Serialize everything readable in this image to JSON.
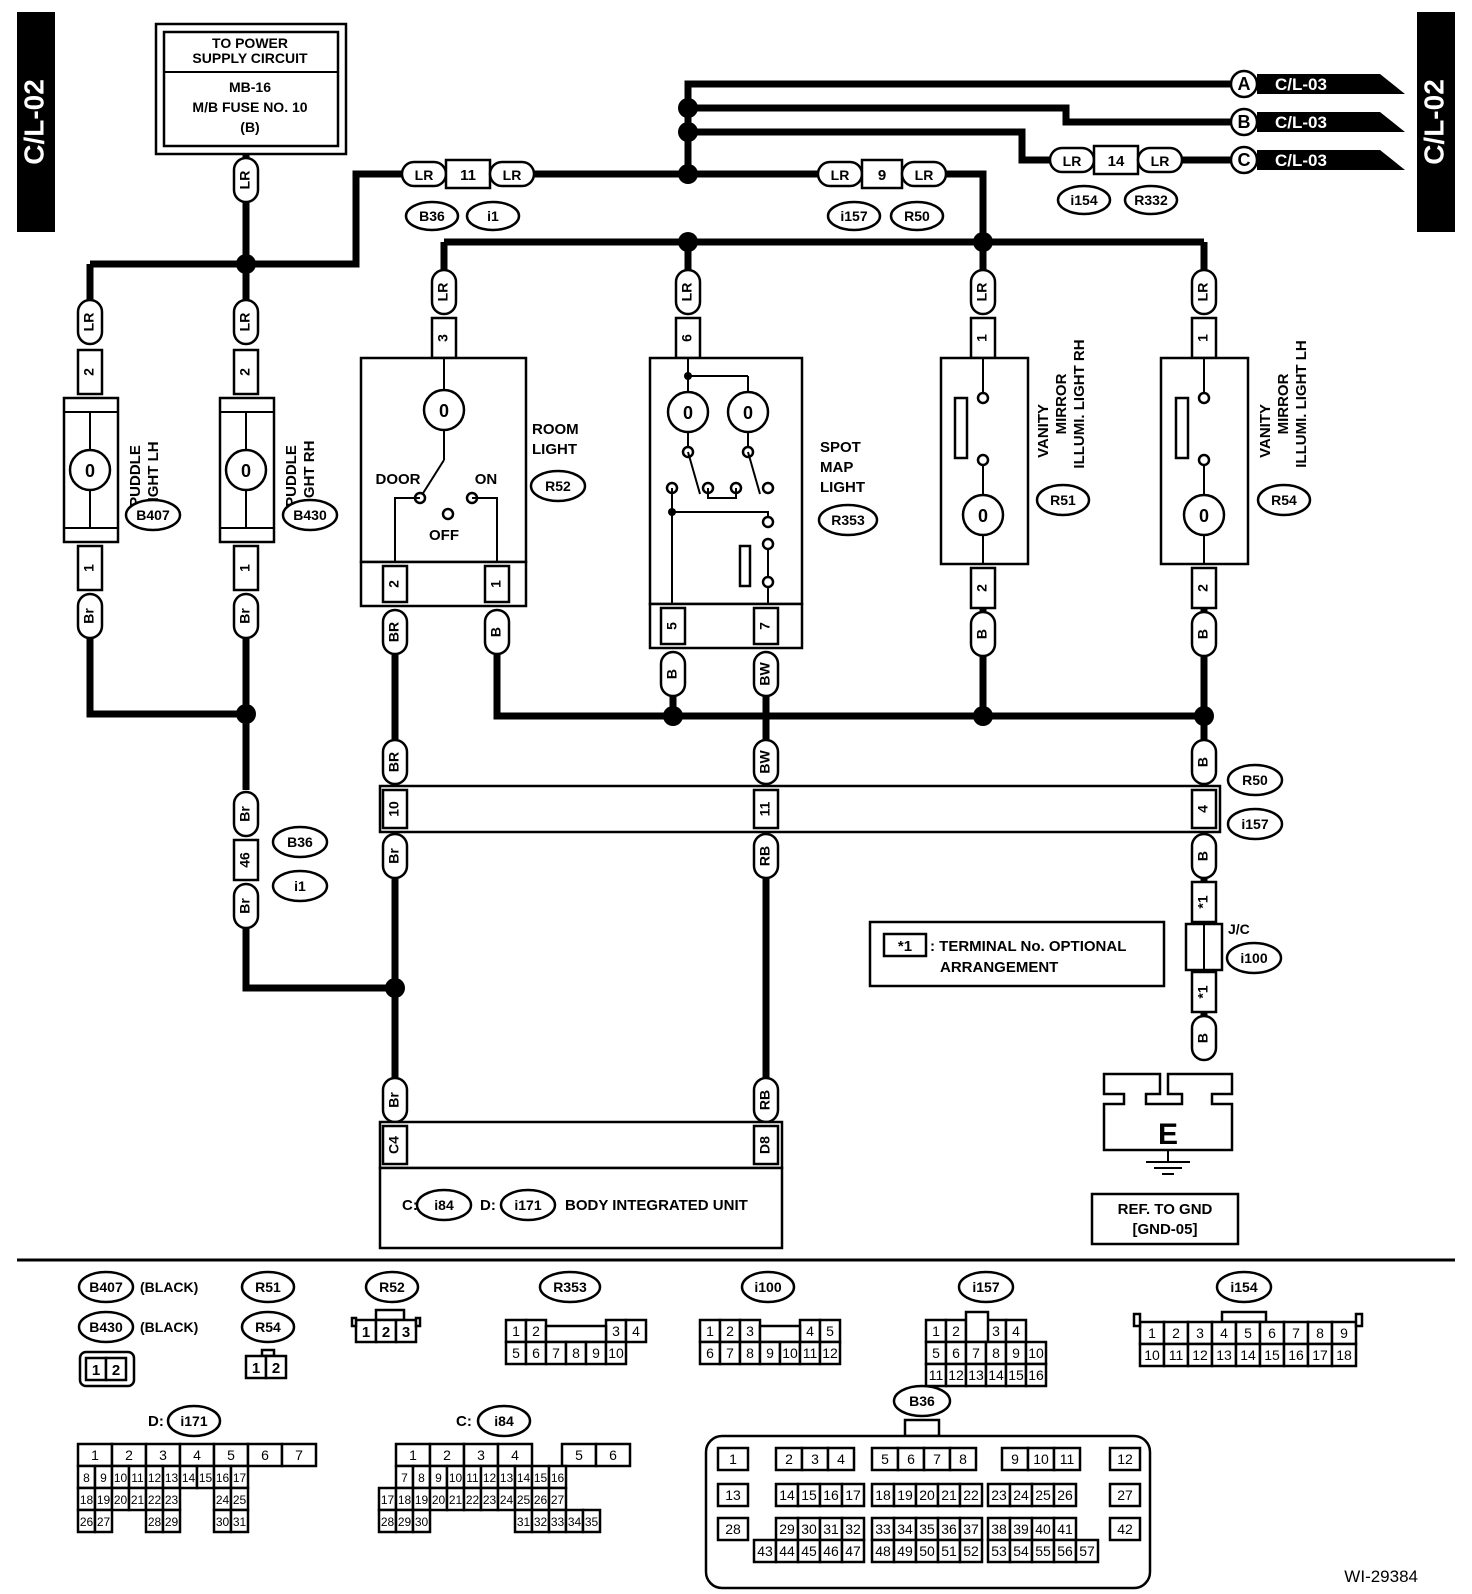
{
  "page_tags": {
    "left": "C/L-02",
    "right": "C/L-02"
  },
  "figure_id": "WI-29384",
  "power_box": {
    "line1": "TO POWER",
    "line2": "SUPPLY CIRCUIT",
    "line3": "MB-16",
    "line4": "M/B FUSE NO. 10",
    "line5": "(B)"
  },
  "arrows": [
    {
      "letter": "A",
      "ref": "C/L-03"
    },
    {
      "letter": "B",
      "ref": "C/L-03"
    },
    {
      "letter": "C",
      "ref": "C/L-03"
    }
  ],
  "wire_colors": {
    "LR": "LR",
    "Br": "Br",
    "BR": "BR",
    "B": "B",
    "BW": "BW",
    "RB": "RB"
  },
  "inline_connectors": [
    {
      "pin": "11",
      "left": "B36",
      "right": "i1"
    },
    {
      "pin": "9",
      "left": "i157",
      "right": "R50"
    },
    {
      "pin": "14",
      "left": "i154",
      "right": "R332"
    },
    {
      "pin": "46",
      "left": "B36",
      "right": "i1"
    }
  ],
  "components": {
    "puddle_lh": {
      "label1": "PUDDLE",
      "label2": "LIGHT LH",
      "conn": "B407",
      "pin_top": "2",
      "pin_bot": "1"
    },
    "puddle_rh": {
      "label1": "PUDDLE",
      "label2": "LIGHT RH",
      "conn": "B430",
      "pin_top": "2",
      "pin_bot": "1"
    },
    "room": {
      "label1": "ROOM",
      "label2": "LIGHT",
      "conn": "R52",
      "pin_top": "3",
      "pin_bl": "2",
      "pin_br": "1",
      "door": "DOOR",
      "on": "ON",
      "off": "OFF"
    },
    "spot": {
      "label1": "SPOT",
      "label2": "MAP",
      "label3": "LIGHT",
      "conn": "R353",
      "pin_top": "6",
      "pin_bl": "5",
      "pin_br": "7"
    },
    "vanity_rh": {
      "label1": "VANITY",
      "label2": "MIRROR",
      "label3": "ILLUMI. LIGHT RH",
      "conn": "R51",
      "pin_top": "1",
      "pin_bot": "2"
    },
    "vanity_lh": {
      "label1": "VANITY",
      "label2": "MIRROR",
      "label3": "ILLUMI. LIGHT LH",
      "conn": "R54",
      "pin_top": "1",
      "pin_bot": "2"
    }
  },
  "harness": {
    "pins": [
      "10",
      "11",
      "4"
    ],
    "conn1": "R50",
    "conn2": "i157"
  },
  "jc": {
    "label": "J/C",
    "conn": "i100",
    "pin": "*1"
  },
  "note": {
    "mark": "*1",
    "line1": ": TERMINAL No. OPTIONAL",
    "line2": "ARRANGEMENT"
  },
  "ground": {
    "letter": "E",
    "ref1": "REF. TO GND",
    "ref2": "[GND-05]"
  },
  "biu": {
    "pin_left": "C4",
    "pin_right": "D8",
    "c_label": "C:",
    "c_conn": "i84",
    "d_label": "D:",
    "d_conn": "i171",
    "name": "BODY INTEGRATED UNIT"
  },
  "connector_views": {
    "b407": {
      "name": "B407",
      "color": "(BLACK)"
    },
    "b430": {
      "name": "B430",
      "color": "(BLACK)"
    },
    "r51": {
      "name": "R51"
    },
    "r54": {
      "name": "R54"
    },
    "r52": {
      "name": "R52"
    },
    "r353": {
      "name": "R353"
    },
    "i100": {
      "name": "i100"
    },
    "i157": {
      "name": "i157"
    },
    "i154": {
      "name": "i154"
    },
    "i171": {
      "prefix": "D:",
      "name": "i171"
    },
    "i84": {
      "prefix": "C:",
      "name": "i84"
    },
    "b36": {
      "name": "B36"
    }
  }
}
